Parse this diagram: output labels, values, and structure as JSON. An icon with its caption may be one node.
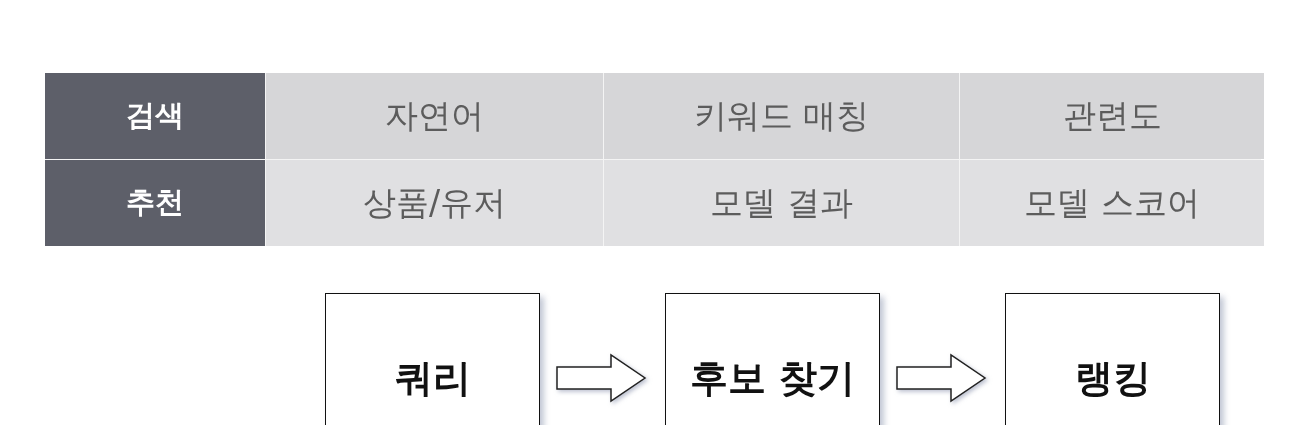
{
  "diagram": {
    "nodes": [
      {
        "text": [
          "쿼리"
        ]
      },
      {
        "text": [
          "후보 찾기"
        ]
      },
      {
        "text": [
          "랭킹"
        ]
      }
    ],
    "edges": [
      {
        "from": 0,
        "to": 1,
        "arrow": "to"
      },
      {
        "from": 1,
        "to": 2,
        "arrow": "to"
      }
    ],
    "labels": [
      "검색",
      "자연어",
      "키워드 매칭",
      "관련도",
      "추천",
      "상품/유저",
      "모델 결과",
      "모델 스코어"
    ]
  }
}
